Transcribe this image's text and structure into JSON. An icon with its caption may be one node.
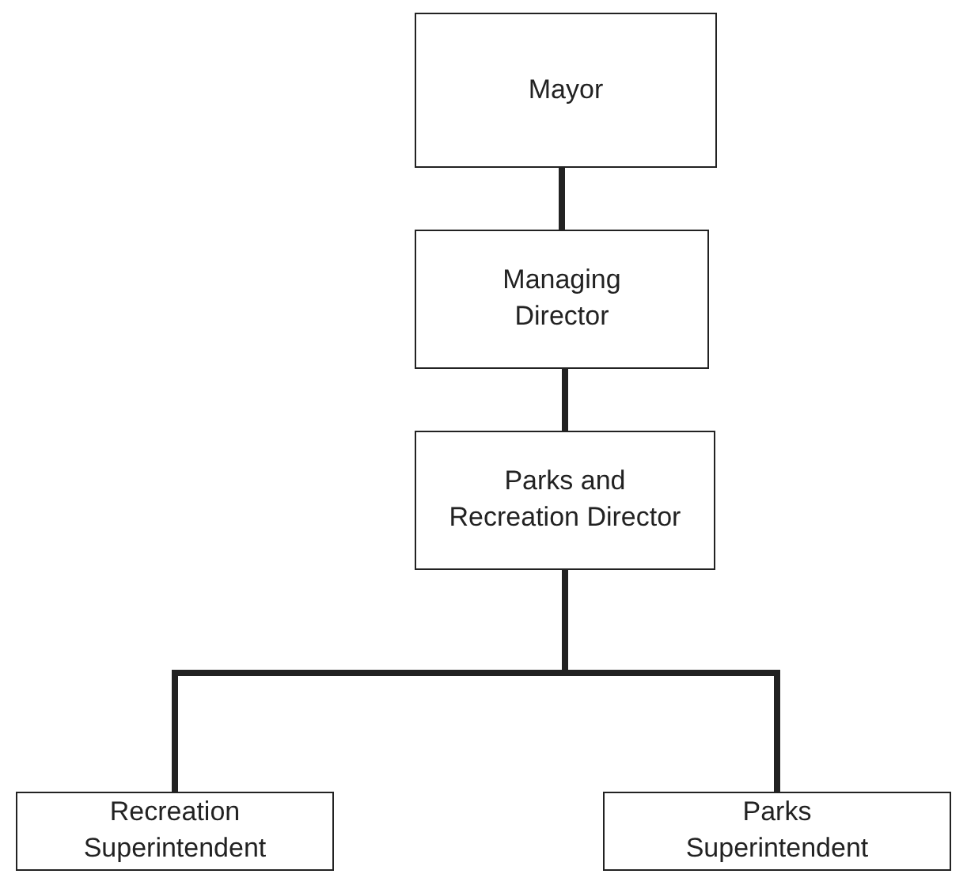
{
  "diagram": {
    "nodes": [
      {
        "text": [
          "Mayor"
        ]
      },
      {
        "text": [
          "Managing Director"
        ]
      },
      {
        "text": [
          "Parks and Recreation Director"
        ]
      },
      {
        "text": [
          "Recreation Superintendent"
        ]
      },
      {
        "text": [
          "Parks Superintendent"
        ]
      }
    ],
    "edges": [
      {
        "from": 0,
        "to": 1,
        "arrow": "none"
      },
      {
        "from": 1,
        "to": 2,
        "arrow": "none"
      },
      {
        "from": 2,
        "to": 3,
        "arrow": "none"
      },
      {
        "from": 2,
        "to": 4,
        "arrow": "none"
      }
    ]
  }
}
